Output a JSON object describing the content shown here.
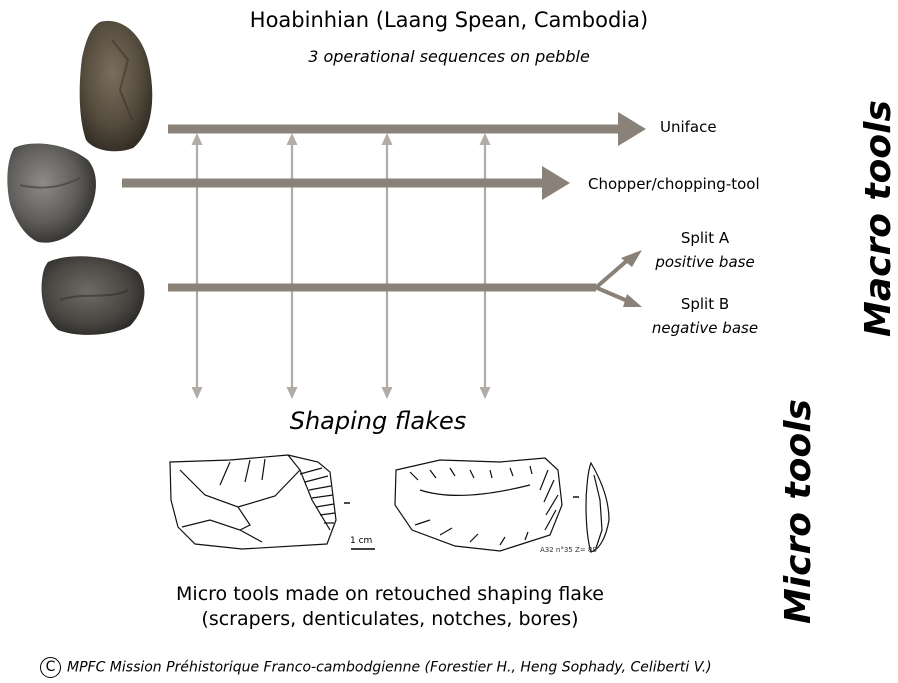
{
  "title": "Hoabinhian (Laang Spean, Cambodia)",
  "subtitle": "3 operational sequences on pebble",
  "sequences": [
    {
      "label": "Uniface"
    },
    {
      "label": "Chopper/chopping-tool"
    },
    {
      "label_a": "Split A",
      "sub_a": "positive base",
      "label_b": "Split B",
      "sub_b": "negative base"
    }
  ],
  "shaping_flakes": "Shaping flakes",
  "macro_tools": "Macro tools",
  "micro_tools": "Micro tools",
  "micro_description": {
    "line1": "Micro tools made on retouched shaping flake",
    "line2": "(scrapers, denticulates, notches, bores)"
  },
  "drawing": {
    "scale_label": "1 cm",
    "catalog_label": "A32 n°35 Z= 88"
  },
  "credit": {
    "symbol": "C",
    "text": "MPFC Mission Préhistorique Franco-cambodgienne  (Forestier H., Heng Sophady, Celiberti V.)"
  },
  "colors": {
    "main_arrow": "#8a8178",
    "double_arrow": "#b1aca6",
    "stone_dark": "#4a4238"
  }
}
